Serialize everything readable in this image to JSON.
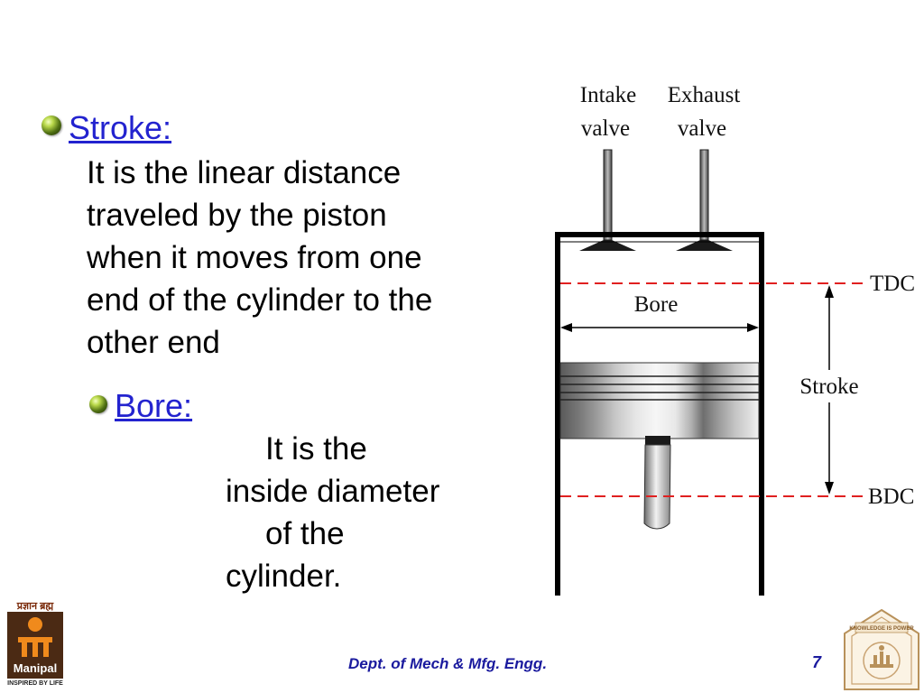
{
  "stroke": {
    "heading": "Stroke:",
    "lines": [
      "It is the linear distance",
      "traveled by the piston",
      "when it moves from one",
      "end of the cylinder to the",
      "other end"
    ]
  },
  "bore": {
    "heading": "Bore:",
    "lines": [
      "It is the",
      "inside diameter",
      "of the",
      "cylinder."
    ]
  },
  "diagram": {
    "intake_label": [
      "Intake",
      "valve"
    ],
    "exhaust_label": [
      "Exhaust",
      "valve"
    ],
    "tdc": "TDC",
    "bdc": "BDC",
    "bore": "Bore",
    "stroke": "Stroke",
    "dashed_color": "#e02020"
  },
  "footer": {
    "dept": "Dept. of Mech & Mfg. Engg.",
    "page_number": "7"
  },
  "logo_left": {
    "top_text": "प्रज्ञान ब्रह्म",
    "name": "Manipal",
    "tagline": "INSPIRED BY LIFE"
  },
  "logo_right": {
    "ring_text": "KNOWLEDGE IS POWER"
  }
}
